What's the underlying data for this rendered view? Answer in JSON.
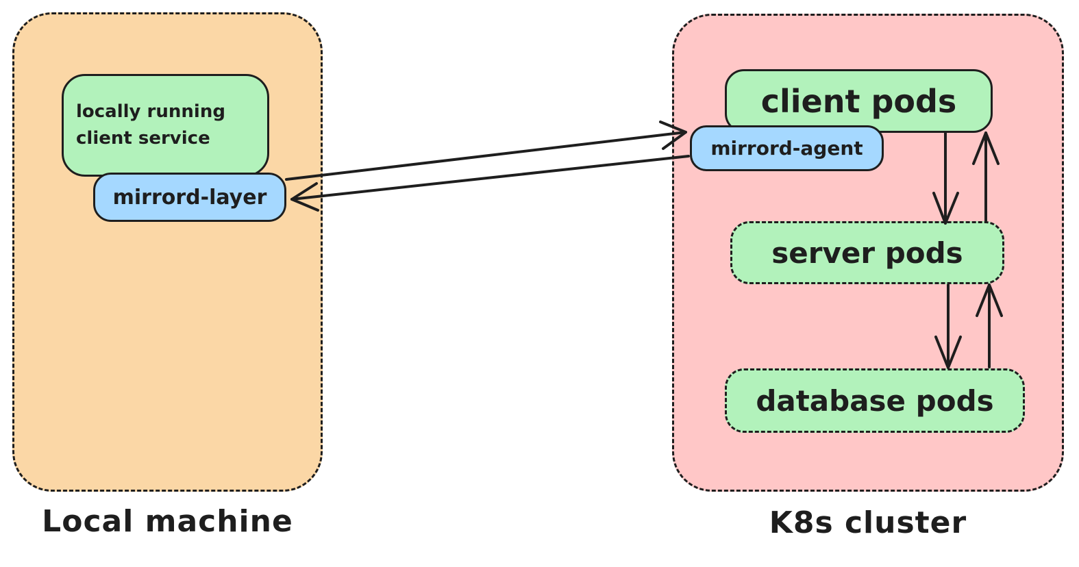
{
  "diagram": {
    "type": "architecture-diagram",
    "colors": {
      "local_machine_fill": "#FBD7A6",
      "k8s_cluster_fill": "#FFC7C7",
      "pod_fill": "#B2F2BB",
      "mirrord_fill": "#A5D8FF",
      "stroke": "#1e1e1e",
      "background": "#ffffff"
    },
    "local_machine": {
      "label": "Local machine",
      "client_service": {
        "line1": "locally running",
        "line2": "client service"
      },
      "mirrord_layer": {
        "label": "mirrord-layer"
      }
    },
    "k8s_cluster": {
      "label": "K8s cluster",
      "client_pods": {
        "label": "client pods"
      },
      "mirrord_agent": {
        "label": "mirrord-agent"
      },
      "server_pods": {
        "label": "server pods"
      },
      "database_pods": {
        "label": "database pods"
      }
    },
    "arrows": [
      {
        "from": "mirrord-layer",
        "to": "mirrord-agent"
      },
      {
        "from": "mirrord-agent",
        "to": "mirrord-layer"
      },
      {
        "from": "client pods",
        "to": "server pods"
      },
      {
        "from": "server pods",
        "to": "client pods"
      },
      {
        "from": "server pods",
        "to": "database pods"
      },
      {
        "from": "database pods",
        "to": "server pods"
      }
    ]
  }
}
